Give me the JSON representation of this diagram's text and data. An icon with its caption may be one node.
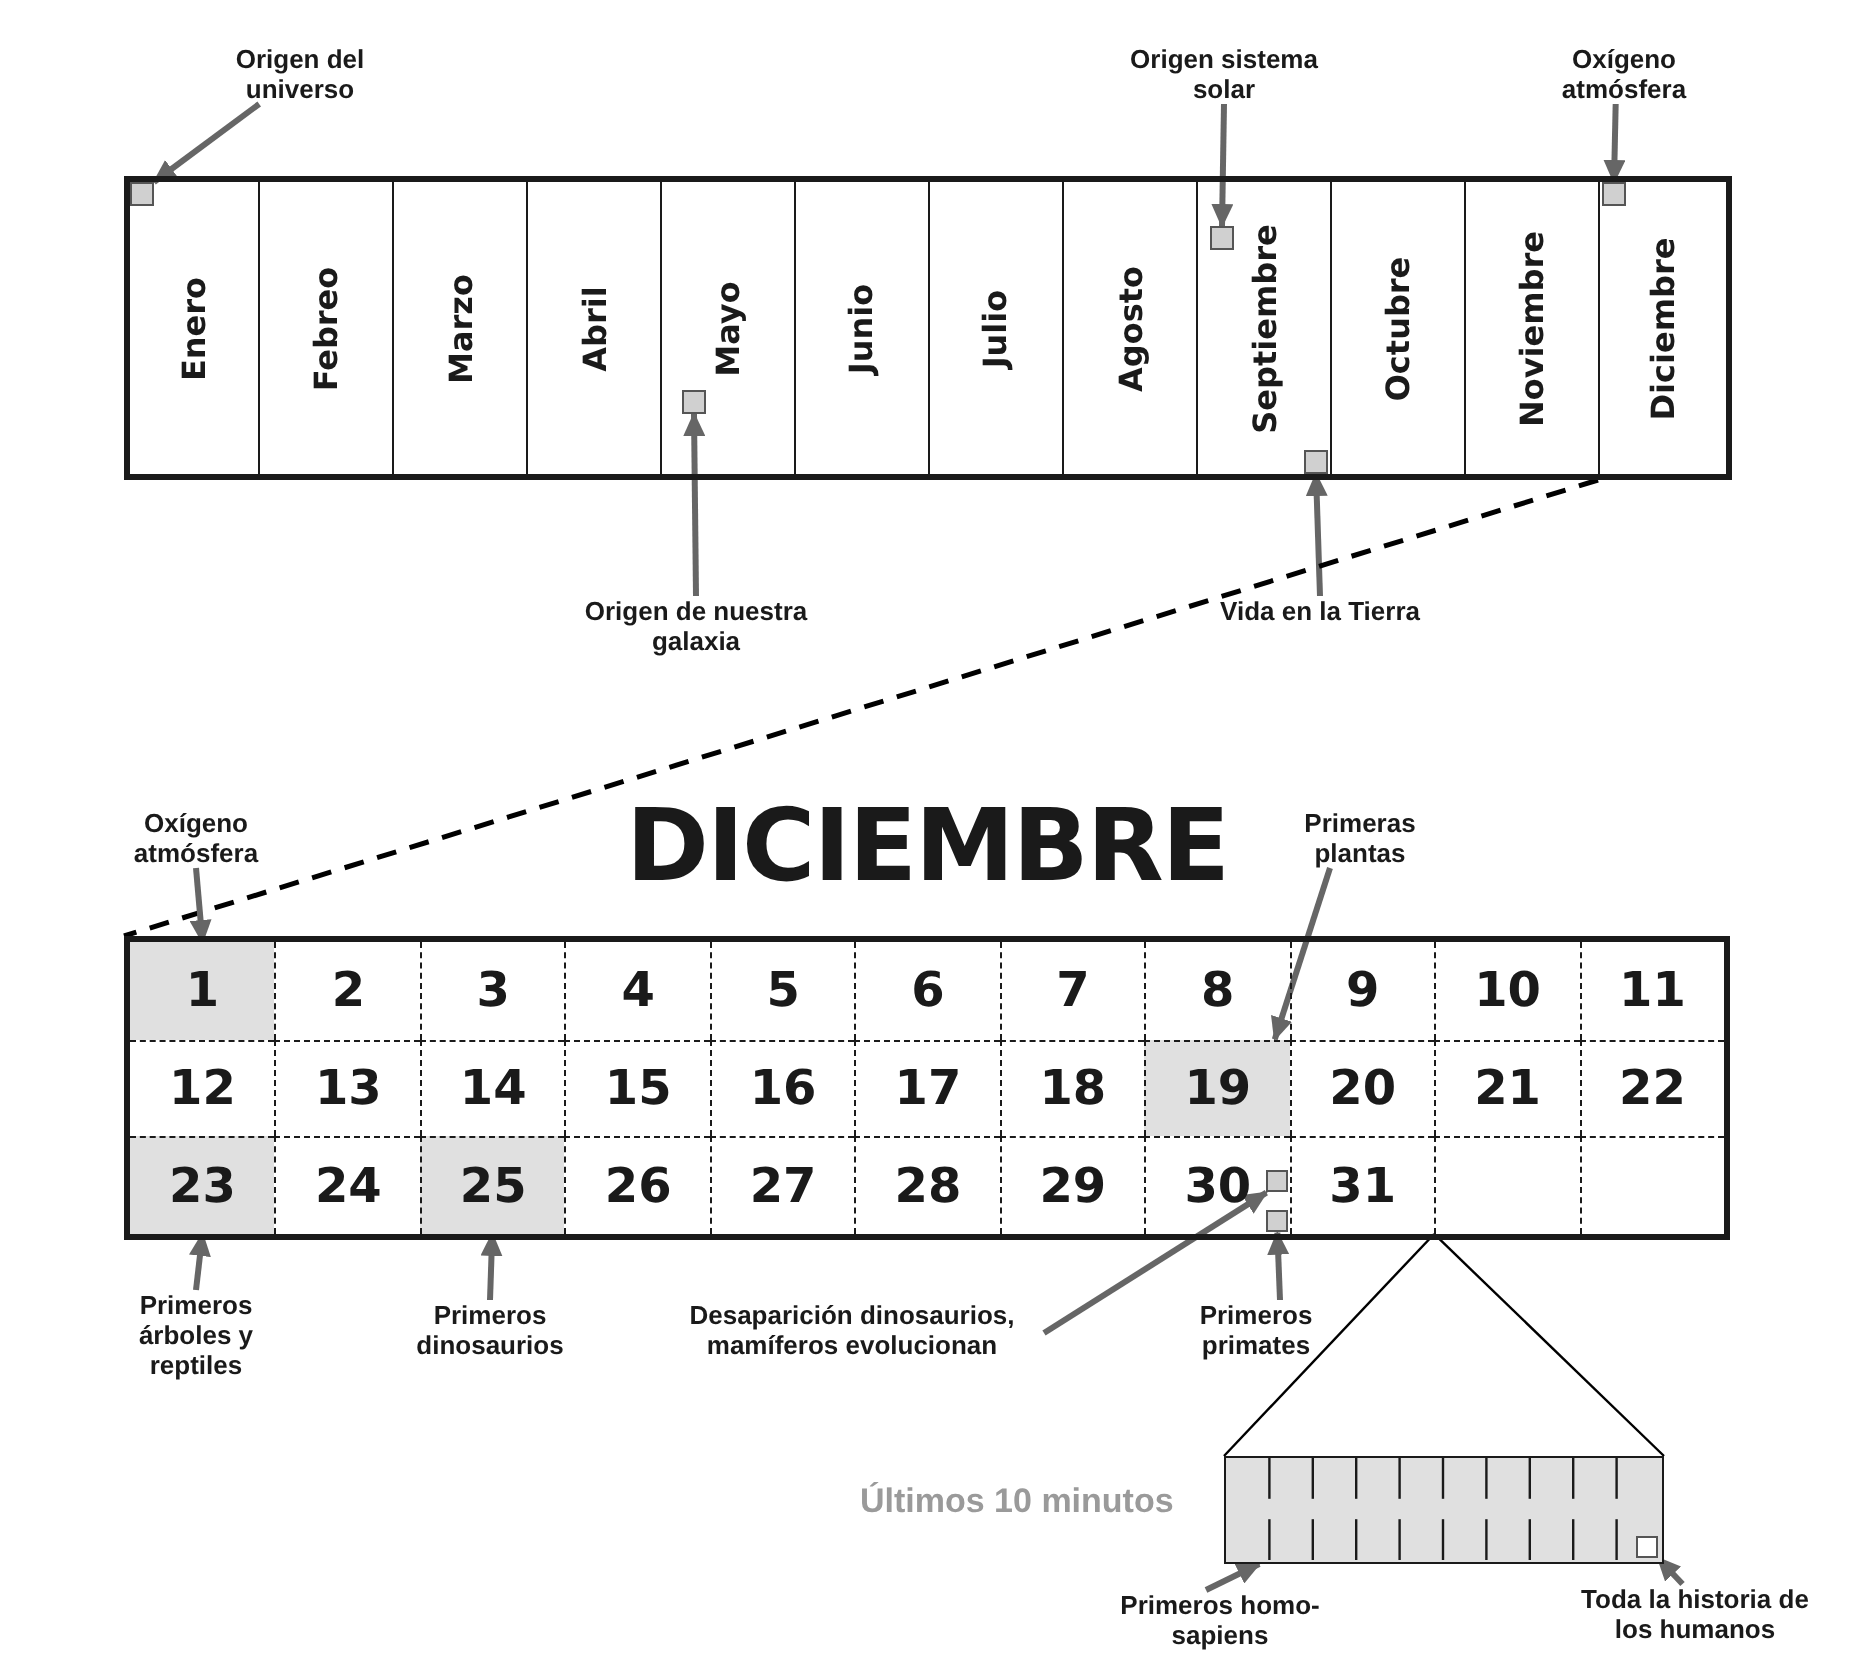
{
  "diagram": {
    "nodes": [
      {
        "text": [
          "Origen del universo"
        ]
      },
      {
        "text": [
          "Origen sistema solar"
        ]
      },
      {
        "text": [
          "Oxígeno atmósfera"
        ]
      },
      {
        "text": [
          "Enero"
        ]
      },
      {
        "text": [
          "Febreo"
        ]
      },
      {
        "text": [
          "Marzo"
        ]
      },
      {
        "text": [
          "Abril"
        ]
      },
      {
        "text": [
          "Mayo"
        ]
      },
      {
        "text": [
          "Junio"
        ]
      },
      {
        "text": [
          "Julio"
        ]
      },
      {
        "text": [
          "Agosto"
        ]
      },
      {
        "text": [
          "Septiembre"
        ]
      },
      {
        "text": [
          "Octubre"
        ]
      },
      {
        "text": [
          "Noviembre"
        ]
      },
      {
        "text": [
          "Diciembre"
        ]
      },
      {
        "text": [],
        "shape": "box",
        "in": 3
      },
      {
        "text": [],
        "shape": "box",
        "in": 7
      },
      {
        "text": [],
        "shape": "box",
        "in": 11
      },
      {
        "text": [],
        "shape": "box",
        "in": 11
      },
      {
        "text": [],
        "shape": "box",
        "in": 14
      },
      {
        "text": [
          "Origen de nuestra galaxia"
        ]
      },
      {
        "text": [
          "Vida en la Tierra"
        ]
      },
      {
        "text": [
          "DICIEMBRE"
        ]
      },
      {
        "text": [
          "Oxígeno atmósfera"
        ]
      },
      {
        "text": [
          "Primeras plantas"
        ]
      },
      {
        "text": [
          "1"
        ],
        "in": 22
      },
      {
        "text": [
          "2"
        ],
        "in": 22
      },
      {
        "text": [
          "3"
        ],
        "in": 22
      },
      {
        "text": [
          "4"
        ],
        "in": 22
      },
      {
        "text": [
          "5"
        ],
        "in": 22
      },
      {
        "text": [
          "6"
        ],
        "in": 22
      },
      {
        "text": [
          "7"
        ],
        "in": 22
      },
      {
        "text": [
          "8"
        ],
        "in": 22
      },
      {
        "text": [
          "9"
        ],
        "in": 22
      },
      {
        "text": [
          "10"
        ],
        "in": 22
      },
      {
        "text": [
          "11"
        ],
        "in": 22
      },
      {
        "text": [
          "12"
        ],
        "in": 22
      },
      {
        "text": [
          "13"
        ],
        "in": 22
      },
      {
        "text": [
          "14"
        ],
        "in": 22
      },
      {
        "text": [
          "15"
        ],
        "in": 22
      },
      {
        "text": [
          "16"
        ],
        "in": 22
      },
      {
        "text": [
          "17"
        ],
        "in": 22
      },
      {
        "text": [
          "18"
        ],
        "in": 22
      },
      {
        "text": [
          "19"
        ],
        "in": 22
      },
      {
        "text": [
          "20"
        ],
        "in": 22
      },
      {
        "text": [
          "21"
        ],
        "in": 22
      },
      {
        "text": [
          "22"
        ],
        "in": 22
      },
      {
        "text": [
          "23"
        ],
        "in": 22
      },
      {
        "text": [
          "24"
        ],
        "in": 22
      },
      {
        "text": [
          "25"
        ],
        "in": 22
      },
      {
        "text": [
          "26"
        ],
        "in": 22
      },
      {
        "text": [
          "27"
        ],
        "in": 22
      },
      {
        "text": [
          "28"
        ],
        "in": 22
      },
      {
        "text": [
          "29"
        ],
        "in": 22
      },
      {
        "text": [
          "30"
        ],
        "in": 22
      },
      {
        "text": [
          "31"
        ],
        "in": 22
      },
      {
        "text": [],
        "shape": "box",
        "in": 22
      },
      {
        "text": [],
        "shape": "box",
        "in": 22
      },
      {
        "text": [],
        "shape": "box",
        "in": 54
      },
      {
        "text": [],
        "shape": "box",
        "in": 54
      },
      {
        "text": [
          "Primeros árboles y reptiles"
        ]
      },
      {
        "text": [
          "Primeros dinosaurios"
        ]
      },
      {
        "text": [
          "Desaparición dinosaurios, mamíferos evolucionan"
        ]
      },
      {
        "text": [
          "Primeros primates"
        ]
      },
      {
        "text": [],
        "shape": "bar",
        "beside": [
          "Últimos 10 minutos"
        ]
      },
      {
        "text": [],
        "shape": "box",
        "in": 64
      },
      {
        "text": [
          "Primeros homo-sapiens"
        ]
      },
      {
        "text": [
          "Toda la historia de los humanos"
        ]
      }
    ],
    "edges": [
      {
        "from": 0,
        "to": 15,
        "arrow": "to"
      },
      {
        "from": 1,
        "to": 17,
        "arrow": "to"
      },
      {
        "from": 2,
        "to": 19,
        "arrow": "to"
      },
      {
        "from": 20,
        "to": 16,
        "arrow": "to"
      },
      {
        "from": 21,
        "to": 18,
        "arrow": "to"
      },
      {
        "from": 14,
        "to": 22,
        "arrow": "none",
        "style": "dashed",
        "color": "#000000"
      },
      {
        "from": 23,
        "to": 25,
        "arrow": "to"
      },
      {
        "from": 24,
        "to": 43,
        "arrow": "to"
      },
      {
        "from": 60,
        "to": 47,
        "arrow": "to"
      },
      {
        "from": 61,
        "to": 49,
        "arrow": "to"
      },
      {
        "from": 62,
        "to": 58,
        "arrow": "to"
      },
      {
        "from": 63,
        "to": 59,
        "arrow": "to"
      },
      {
        "from": 55,
        "to": 64,
        "arrow": "none",
        "color": "#000000"
      },
      {
        "from": 55,
        "to": 64,
        "arrow": "none",
        "color": "#000000"
      },
      {
        "from": 66,
        "to": 64,
        "arrow": "to"
      },
      {
        "from": 67,
        "to": 65,
        "arrow": "to"
      }
    ]
  }
}
